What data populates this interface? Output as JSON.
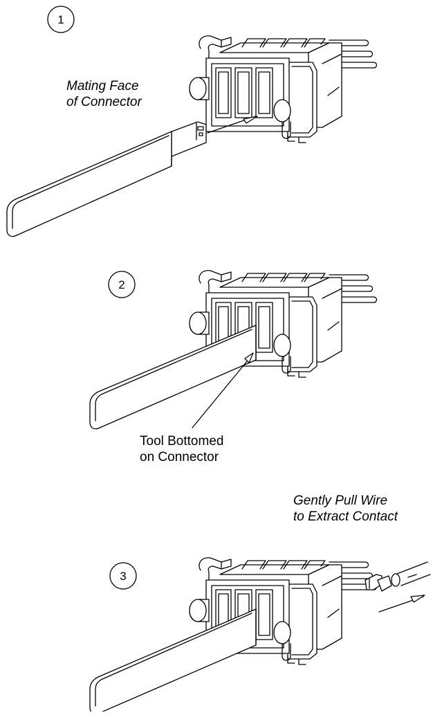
{
  "steps": [
    {
      "number": "1"
    },
    {
      "number": "2"
    },
    {
      "number": "3"
    }
  ],
  "labels": {
    "mating_face": [
      "Mating Face",
      "of Connector"
    ],
    "tool_bottomed": [
      "Tool Bottomed",
      "on Connector"
    ],
    "gently_pull": [
      "Gently Pull Wire",
      "to Extract Contact"
    ]
  }
}
